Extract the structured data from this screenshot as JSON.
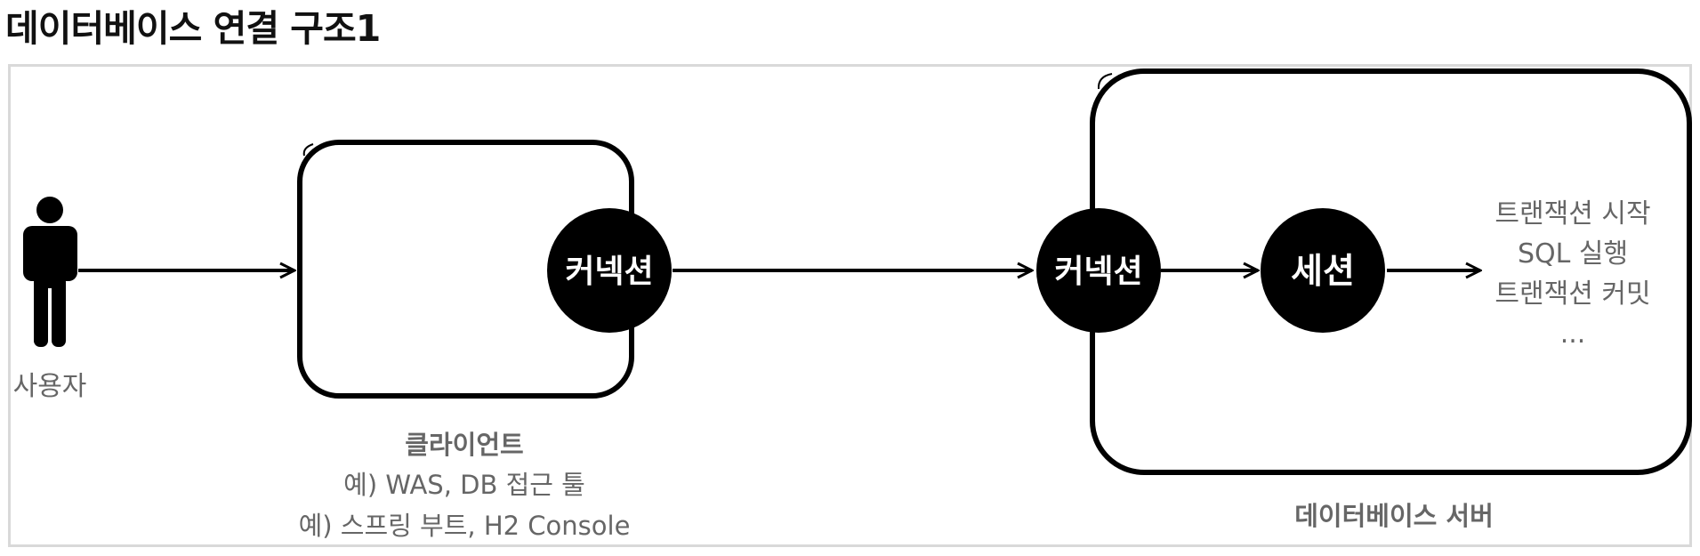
{
  "title": "데이터베이스 연결 구조1",
  "user": {
    "label": "사용자"
  },
  "client": {
    "title": "클라이언트",
    "lines": [
      "예) WAS, DB 접근 툴",
      "예) 스프링 부트, H2 Console"
    ]
  },
  "server": {
    "title": "데이터베이스 서버"
  },
  "nodes": {
    "client_connection": "커넥션",
    "server_connection": "커넥션",
    "session": "세션"
  },
  "operations": [
    "트랜잭션 시작",
    "SQL 실행",
    "트랜잭션 커밋",
    "..."
  ],
  "colors": {
    "ink": "#000000",
    "muted_text": "#666666",
    "frame": "#d9d9d9"
  }
}
